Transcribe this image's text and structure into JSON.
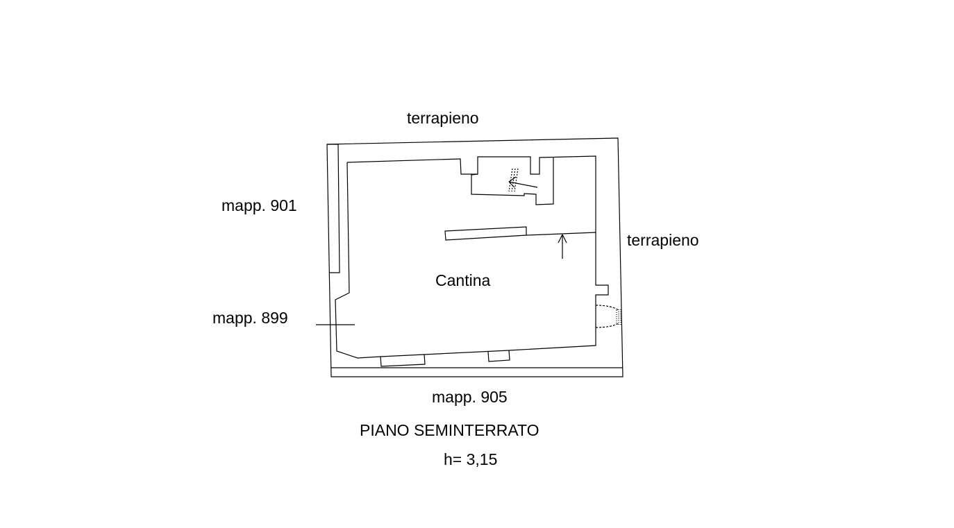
{
  "plan": {
    "room_name": "Cantina",
    "boundary_north": "terrapieno",
    "boundary_east": "terrapieno",
    "boundary_west_upper": "mapp. 901",
    "boundary_west_lower": "mapp. 899",
    "boundary_south": "mapp. 905",
    "floor_title": "PIANO SEMINTERRATO",
    "height_label": "h= 3,15"
  },
  "colors": {
    "line": "#000000",
    "background": "#ffffff"
  }
}
